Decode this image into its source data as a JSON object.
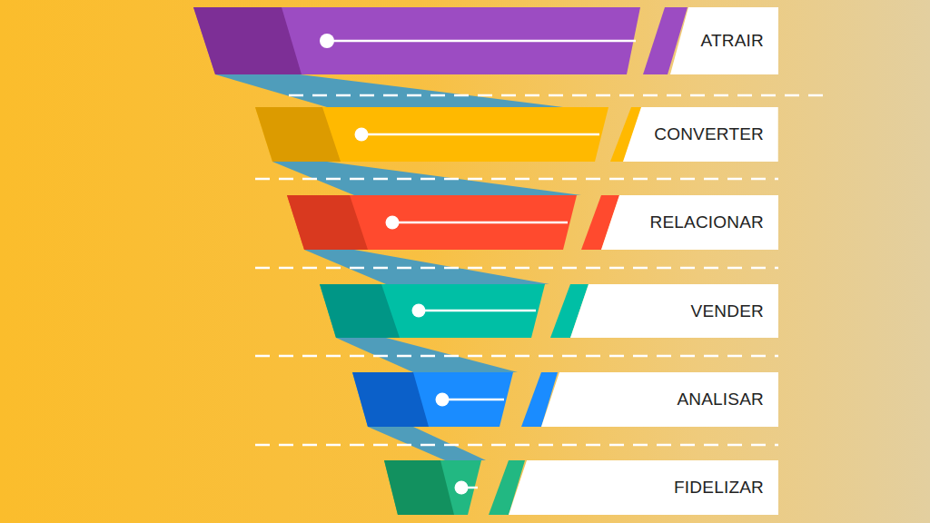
{
  "diagram": {
    "nodes": [
      {
        "text": [
          "ATRAIR"
        ]
      },
      {
        "text": [
          "CONVERTER"
        ]
      },
      {
        "text": [
          "RELACIONAR"
        ]
      },
      {
        "text": [
          "VENDER"
        ]
      },
      {
        "text": [
          "ANALISAR"
        ]
      },
      {
        "text": [
          "FIDELIZAR"
        ]
      }
    ]
  }
}
